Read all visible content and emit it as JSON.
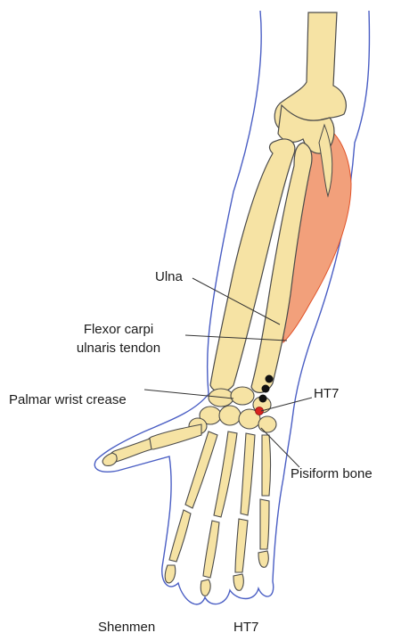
{
  "labels": {
    "ulna": "Ulna",
    "flexor_line1": "Flexor carpi",
    "flexor_line2": "ulnaris tendon",
    "palmar_crease": "Palmar wrist crease",
    "ht7": "HT7",
    "pisiform": "Pisiform bone"
  },
  "caption": {
    "name": "Shenmen",
    "code": "HT7"
  },
  "colors": {
    "bone_fill": "#f6e3a4",
    "bone_stroke": "#4a4a4a",
    "skin_outline": "#4a5ec4",
    "muscle": "#f2a07b",
    "tendon": "#e0532a",
    "acupoint": "#d9231e",
    "landmark_dots": "#111111"
  }
}
